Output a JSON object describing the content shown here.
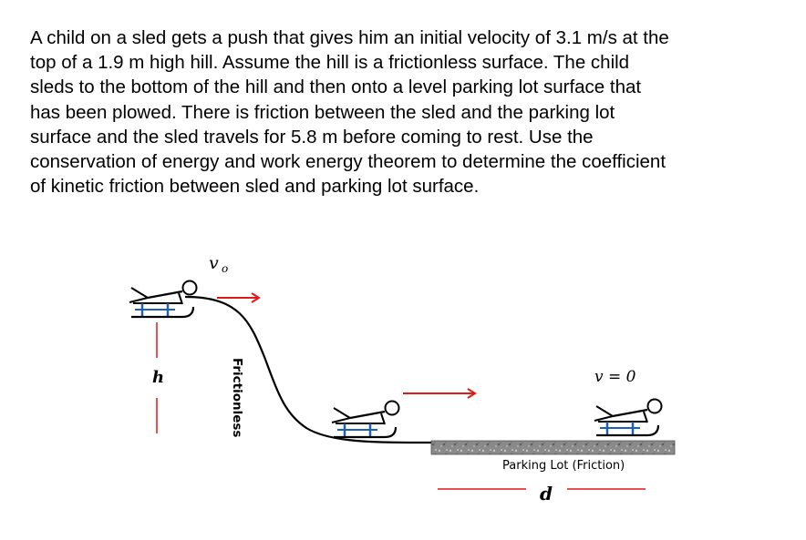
{
  "problem": {
    "lines": [
      "A child on a sled gets a push that gives him an initial velocity of 3.1 m/s at the",
      "top of a 1.9 m high hill.  Assume the hill is a frictionless surface.  The child",
      "sleds to the bottom of the hill and then onto a level parking lot surface that",
      "has been plowed.  There is friction between the sled and the parking lot",
      "surface and the sled travels for 5.8 m before coming to rest.  Use the",
      "conservation of energy and work energy theorem to determine the coefficient",
      "of kinetic friction between sled and parking lot surface."
    ]
  },
  "figure": {
    "v0_label": "v",
    "v0_subscript": "o",
    "h_label": "h",
    "frictionless_label": "Frictionless",
    "v_final_label": "v = 0",
    "parking_lot_label": "Parking Lot (Friction)",
    "d_label": "d"
  }
}
